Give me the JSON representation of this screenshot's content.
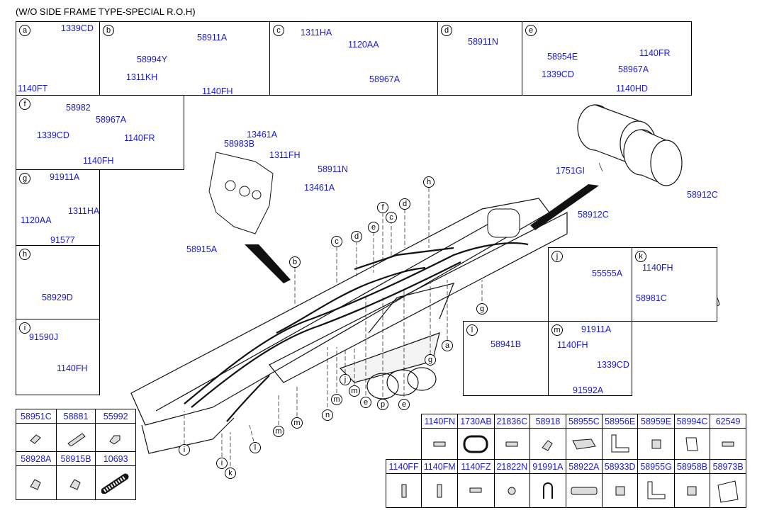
{
  "title": "(W/O SIDE FRAME TYPE-SPECIAL R.O.H)",
  "boxes": {
    "a": {
      "letter": "a",
      "parts": [
        "1339CD",
        "1140FT"
      ]
    },
    "b": {
      "letter": "b",
      "parts": [
        "58911A",
        "58994Y",
        "1311KH",
        "1140FH"
      ]
    },
    "c": {
      "letter": "c",
      "parts": [
        "1311HA",
        "1120AA",
        "58967A"
      ]
    },
    "d": {
      "letter": "d",
      "parts": [
        "58911N"
      ]
    },
    "e": {
      "letter": "e",
      "parts": [
        "58954E",
        "1140FR",
        "58967A",
        "1339CD",
        "1140HD"
      ]
    },
    "f": {
      "letter": "f",
      "parts": [
        "58982",
        "58967A",
        "1339CD",
        "1140FR",
        "1140FH"
      ]
    },
    "g": {
      "letter": "g",
      "parts": [
        "91911A",
        "1311HA",
        "1120AA",
        "91577"
      ]
    },
    "h": {
      "letter": "h",
      "parts": [
        "58929D"
      ]
    },
    "i": {
      "letter": "i",
      "parts": [
        "91590J",
        "1140FH"
      ]
    },
    "j": {
      "letter": "j",
      "parts": [
        "55555A"
      ]
    },
    "k": {
      "letter": "k",
      "parts": [
        "1140FH",
        "58981C"
      ]
    },
    "l": {
      "letter": "l",
      "parts": [
        "58941B"
      ]
    },
    "m": {
      "letter": "m",
      "parts": [
        "91911A",
        "1140FH",
        "1339CD",
        "91592A"
      ]
    }
  },
  "main_labels": [
    "13461A",
    "58983B",
    "1311FH",
    "58911N",
    "13461A",
    "58915A",
    "1751GI",
    "58912C",
    "58912C"
  ],
  "callouts": [
    "b",
    "c",
    "c",
    "d",
    "d",
    "e",
    "e",
    "f",
    "h",
    "a",
    "g",
    "n",
    "m",
    "j",
    "m",
    "e",
    "p",
    "e",
    "i",
    "k",
    "l",
    "m",
    "i",
    "m"
  ],
  "table_left": {
    "row1": [
      "58951C",
      "58881",
      "55992"
    ],
    "row2": [
      "58928A",
      "58915B",
      "10693"
    ]
  },
  "table_right": {
    "row1": [
      "1140FN",
      "1730AB",
      "21836C",
      "58918",
      "58955C",
      "58956E",
      "58959E",
      "58994C",
      "62549"
    ],
    "row2": [
      "1140FF",
      "1140FM",
      "1140FZ",
      "21822N",
      "91991A",
      "58922A",
      "58933D",
      "58955G",
      "58958B",
      "58973B"
    ]
  }
}
